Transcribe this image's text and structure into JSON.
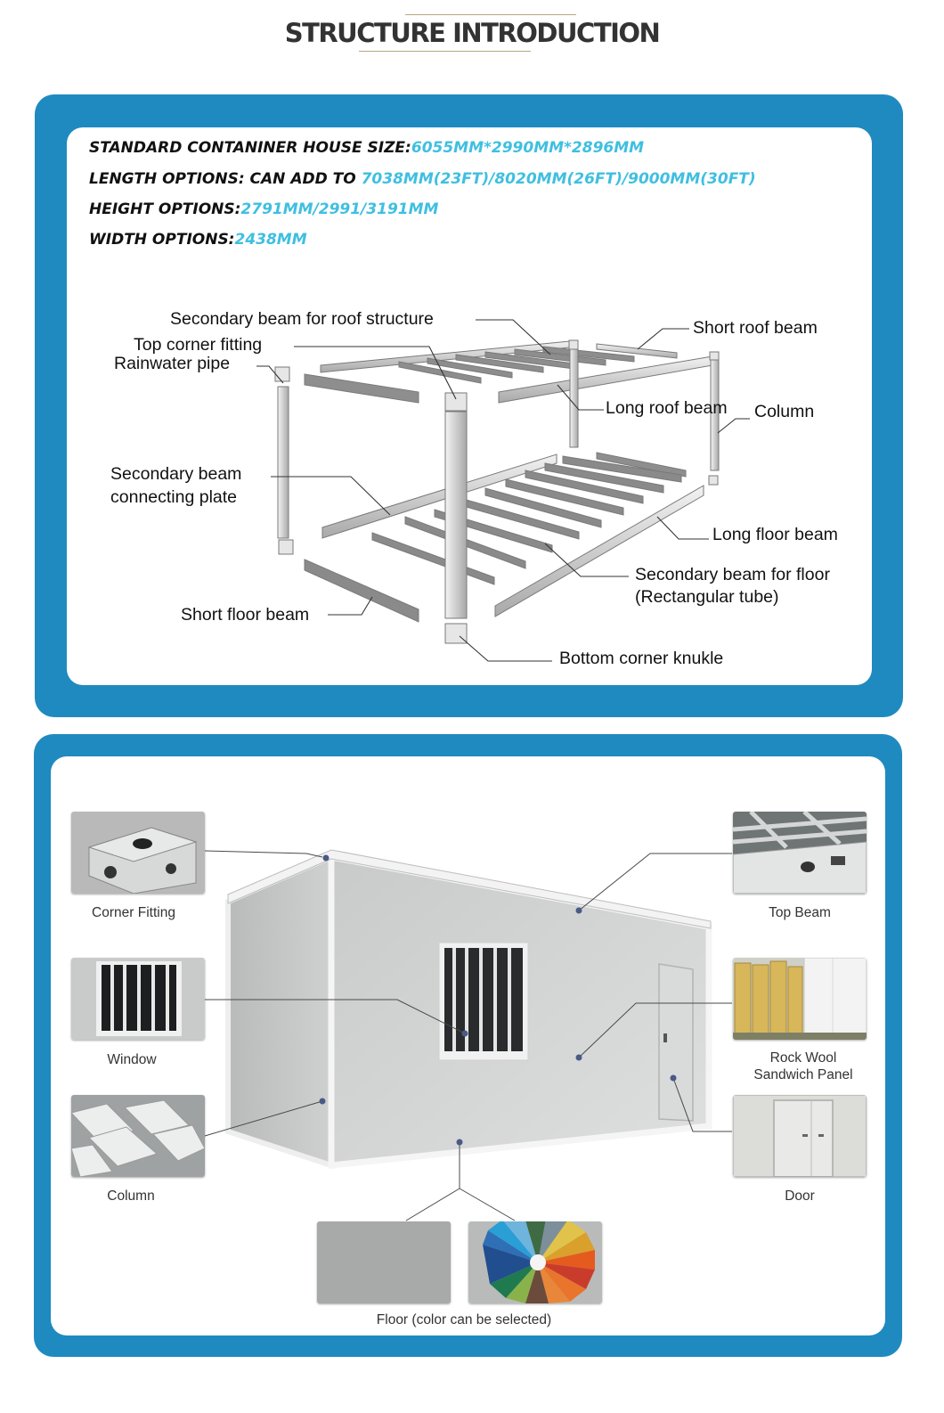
{
  "header": {
    "title": "STRUCTURE INTRODUCTION"
  },
  "specs": [
    {
      "label": "STANDARD CONTANINER HOUSE SIZE:",
      "value": "6055MM*2990MM*2896MM"
    },
    {
      "label": "LENGTH OPTIONS:  CAN ADD TO ",
      "value": "7038MM(23FT)/8020MM(26FT)/9000MM(30FT)"
    },
    {
      "label": "HEIGHT OPTIONS:",
      "value": "2791MM/2991/3191MM"
    },
    {
      "label": "WIDTH OPTIONS:",
      "value": "2438MM"
    }
  ],
  "frame_labels": {
    "secondary_roof": "Secondary beam for roof structure",
    "top_corner": "Top corner fitting",
    "rainwater": "Rainwater pipe",
    "short_roof": "Short roof beam",
    "long_roof": "Long roof beam",
    "column": "Column",
    "sec_plate_1": "Secondary beam",
    "sec_plate_2": "connecting plate",
    "long_floor": "Long floor beam",
    "sec_floor_1": "Secondary beam for floor",
    "sec_floor_2": "(Rectangular tube)",
    "short_floor": "Short floor beam",
    "bottom_corner": "Bottom corner knukle"
  },
  "components": {
    "corner_fitting": "Corner Fitting",
    "window": "Window",
    "column": "Column",
    "top_beam": "Top Beam",
    "rock_wool_1": "Rock Wool",
    "rock_wool_2": "Sandwich Panel",
    "door": "Door",
    "floor": "Floor (color can be selected)"
  },
  "colors": {
    "panel_blue": "#1f8ac0",
    "value_cyan": "#3fbfe0",
    "title_dark": "#333333"
  }
}
